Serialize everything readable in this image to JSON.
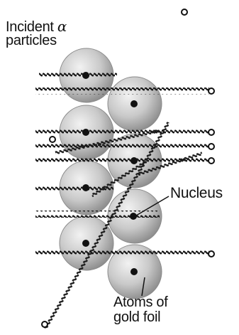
{
  "labels": {
    "incident_line1": "Incident",
    "incident_symbol": "α",
    "incident_line2": "particles",
    "nucleus": "Nucleus",
    "atoms_line1": "Atoms of",
    "atoms_line2": "gold foil"
  },
  "colors": {
    "atom_light": "#f2f2f2",
    "atom_mid": "#bdbdbd",
    "atom_dark": "#8a8a8a",
    "nucleus": "#111111",
    "stream": "#1a1a1a",
    "text": "#111111"
  }
}
